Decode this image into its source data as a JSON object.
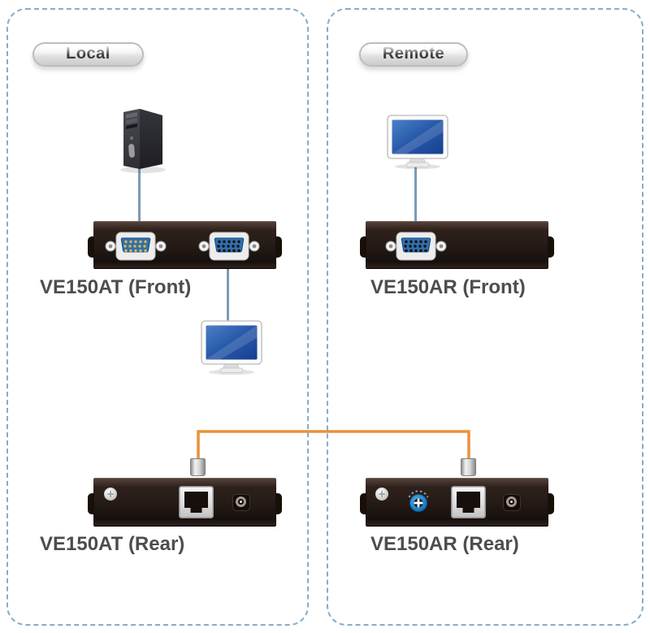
{
  "badges": {
    "local": "Local",
    "remote": "Remote"
  },
  "labels": {
    "at_front": "VE150AT (Front)",
    "ar_front": "VE150AR (Front)",
    "at_rear": "VE150AT (Rear)",
    "ar_rear": "VE150AR (Rear)"
  },
  "icons": {
    "computer": "computer-tower-icon",
    "local_monitor": "monitor-icon",
    "remote_monitor": "monitor-icon",
    "vga_male_port": "vga-port-male-icon",
    "vga_female_port": "vga-port-female-icon",
    "rj45_port": "rj45-port-icon",
    "power_jack": "power-jack-icon",
    "grounding_screw": "grounding-screw-icon",
    "gain_knob": "gain-adjust-knob-icon",
    "cat5_plug": "cat5-connector-icon"
  },
  "colors": {
    "panel_border": "#85adc8",
    "cable_orange": "#e8923a",
    "cable_blue": "#7b9cb8",
    "port_blue": "#2f6fb0",
    "device_body": "#241a15",
    "label_text": "#4d4d4d",
    "badge_text": "#3a3a3a"
  }
}
